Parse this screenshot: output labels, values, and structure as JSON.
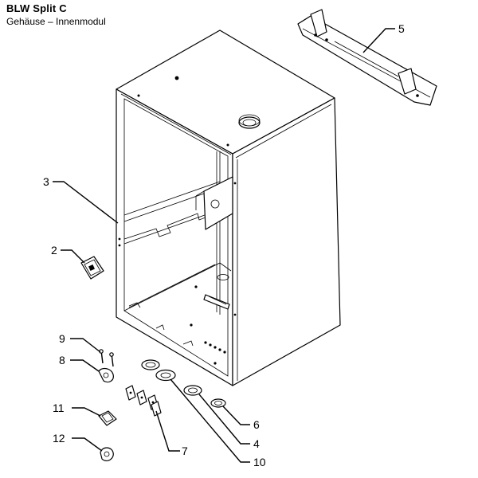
{
  "header": {
    "title": "BLW Split C",
    "subtitle": "Gehäuse – Innenmodul"
  },
  "callouts": [
    {
      "id": "c1",
      "label": "5"
    },
    {
      "id": "c2",
      "label": "3"
    },
    {
      "id": "c3",
      "label": "2"
    },
    {
      "id": "c4",
      "label": "9"
    },
    {
      "id": "c5",
      "label": "8"
    },
    {
      "id": "c6",
      "label": "11"
    },
    {
      "id": "c7",
      "label": "12"
    },
    {
      "id": "c8",
      "label": "6"
    },
    {
      "id": "c9",
      "label": "4"
    },
    {
      "id": "c10",
      "label": "7"
    },
    {
      "id": "c11",
      "label": "10"
    }
  ]
}
